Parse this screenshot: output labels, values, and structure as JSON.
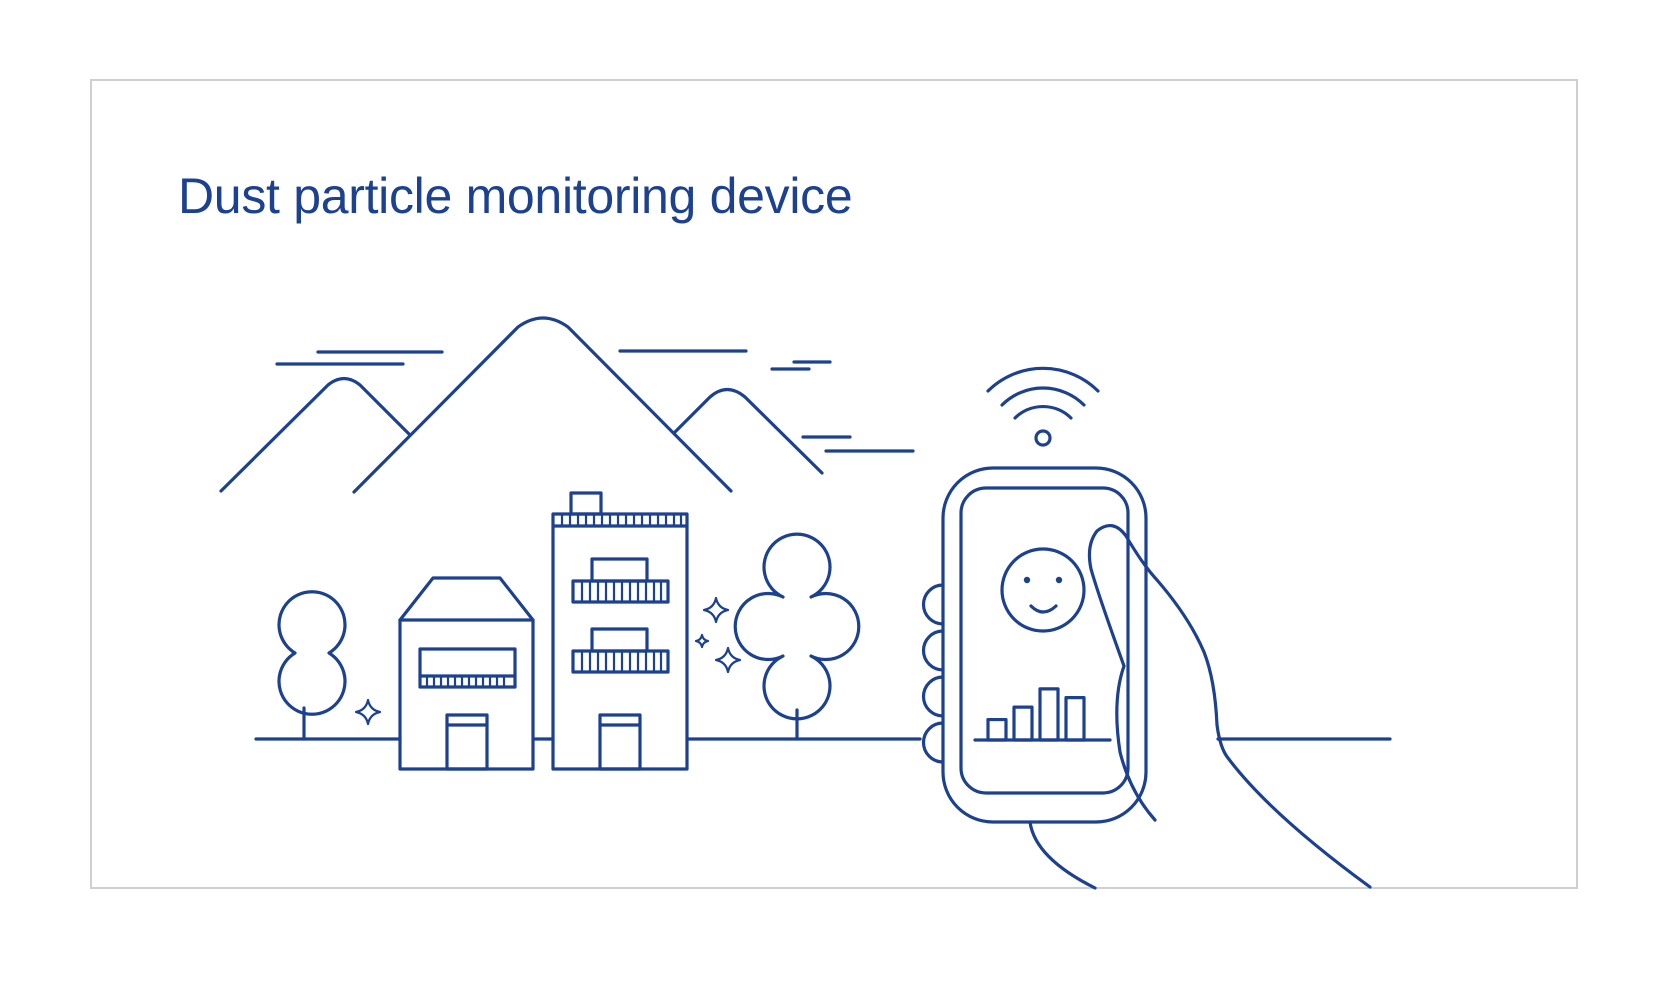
{
  "title": "Dust particle monitoring device",
  "colors": {
    "line": "#1c4191",
    "frame_border": "#cfcfcf",
    "background": "#ffffff"
  },
  "device": {
    "screen_icon": "smiley-face-icon",
    "signal_icon": "wifi-signal-icon",
    "chart_icon": "bar-chart-icon",
    "bar_levels": [
      0.28,
      0.45,
      0.7,
      0.58
    ]
  }
}
